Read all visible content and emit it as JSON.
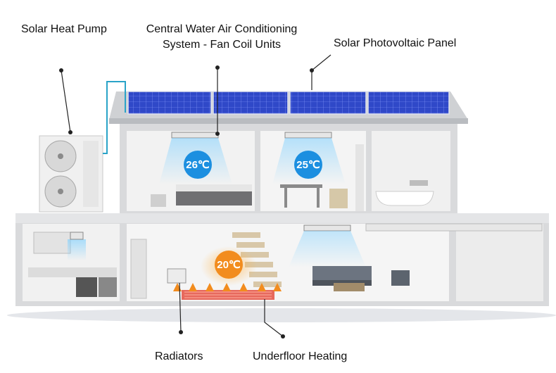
{
  "labels": {
    "solar_heat_pump": "Solar Heat Pump",
    "central_ac_line1": "Central Water Air Conditioning",
    "central_ac_line2": "System - Fan Coil Units",
    "solar_pv_panel": "Solar Photovoltaic Panel",
    "radiators": "Radiators",
    "underfloor_heating": "Underfloor Heating"
  },
  "temperatures": {
    "bedroom": "26℃",
    "study": "25℃",
    "living_room": "20℃"
  },
  "colors": {
    "wall": "#eeeeee",
    "roof": "#cfd1d4",
    "solar_panel": "#2f48c8",
    "cool_badge": "#1c8fe0",
    "warm_badge": "#f28c1e",
    "pipe": "#2aa3c8",
    "leader_line": "#222222",
    "floor_heating": "#e23a2a"
  }
}
